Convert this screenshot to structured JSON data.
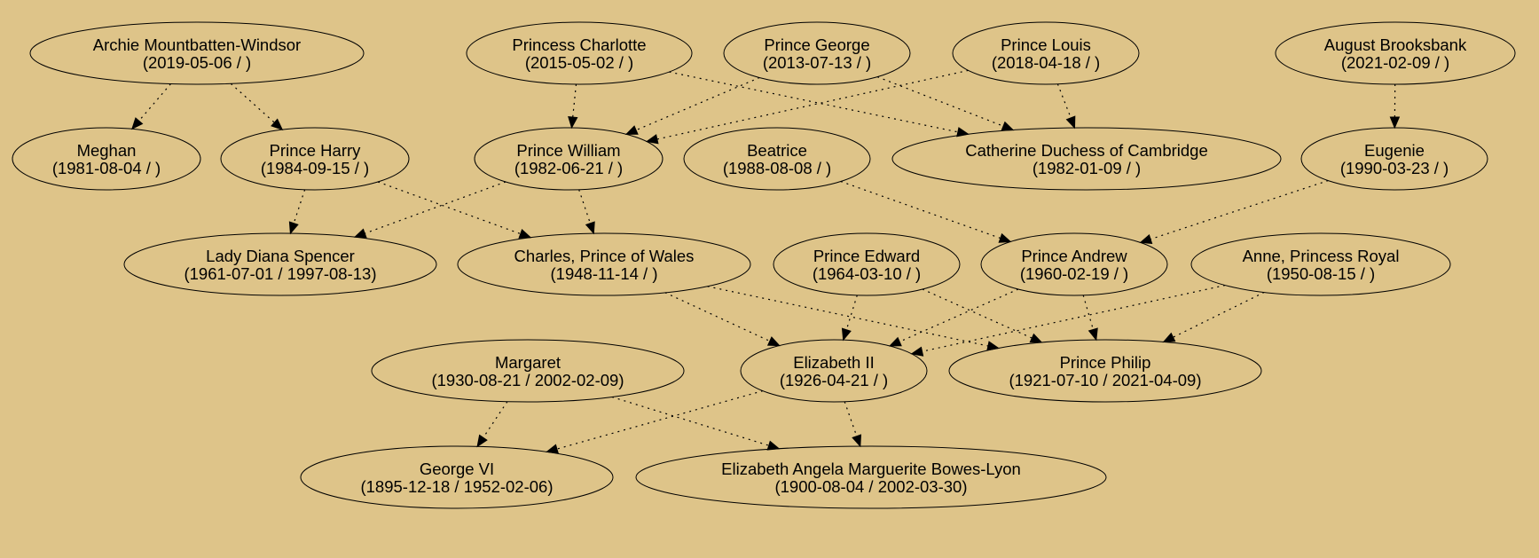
{
  "people": {
    "archie": {
      "name": "Archie Mountbatten-Windsor",
      "dates": "(2019-05-06 / )"
    },
    "charlotte": {
      "name": "Princess Charlotte",
      "dates": "(2015-05-02 / )"
    },
    "george": {
      "name": "Prince George",
      "dates": "(2013-07-13 / )"
    },
    "louis": {
      "name": "Prince Louis",
      "dates": "(2018-04-18 / )"
    },
    "august": {
      "name": "August Brooksbank",
      "dates": "(2021-02-09 / )"
    },
    "meghan": {
      "name": "Meghan",
      "dates": "(1981-08-04 / )"
    },
    "harry": {
      "name": "Prince Harry",
      "dates": "(1984-09-15 / )"
    },
    "william": {
      "name": "Prince William",
      "dates": "(1982-06-21 / )"
    },
    "beatrice": {
      "name": "Beatrice",
      "dates": "(1988-08-08 / )"
    },
    "catherine": {
      "name": "Catherine Duchess of Cambridge",
      "dates": "(1982-01-09 / )"
    },
    "eugenie": {
      "name": "Eugenie",
      "dates": "(1990-03-23 / )"
    },
    "diana": {
      "name": "Lady Diana Spencer",
      "dates": "(1961-07-01 / 1997-08-13)"
    },
    "charles": {
      "name": "Charles, Prince of Wales",
      "dates": "(1948-11-14 / )"
    },
    "edward": {
      "name": "Prince Edward",
      "dates": "(1964-03-10 / )"
    },
    "andrew": {
      "name": "Prince Andrew",
      "dates": "(1960-02-19 / )"
    },
    "anne": {
      "name": "Anne, Princess Royal",
      "dates": "(1950-08-15 / )"
    },
    "margaret": {
      "name": "Margaret",
      "dates": "(1930-08-21 / 2002-02-09)"
    },
    "elizabeth": {
      "name": "Elizabeth II",
      "dates": "(1926-04-21 / )"
    },
    "philip": {
      "name": "Prince Philip",
      "dates": "(1921-07-10 / 2021-04-09)"
    },
    "george6": {
      "name": "George VI",
      "dates": "(1895-12-18 / 1952-02-06)"
    },
    "queenmum": {
      "name": "Elizabeth Angela Marguerite Bowes-Lyon",
      "dates": "(1900-08-04 / 2002-03-30)"
    }
  },
  "relations": [
    {
      "child": "archie",
      "parent": "meghan"
    },
    {
      "child": "archie",
      "parent": "harry"
    },
    {
      "child": "charlotte",
      "parent": "william"
    },
    {
      "child": "charlotte",
      "parent": "catherine"
    },
    {
      "child": "george",
      "parent": "william"
    },
    {
      "child": "george",
      "parent": "catherine"
    },
    {
      "child": "louis",
      "parent": "william"
    },
    {
      "child": "louis",
      "parent": "catherine"
    },
    {
      "child": "august",
      "parent": "eugenie"
    },
    {
      "child": "harry",
      "parent": "diana"
    },
    {
      "child": "harry",
      "parent": "charles"
    },
    {
      "child": "william",
      "parent": "diana"
    },
    {
      "child": "william",
      "parent": "charles"
    },
    {
      "child": "beatrice",
      "parent": "andrew"
    },
    {
      "child": "eugenie",
      "parent": "andrew"
    },
    {
      "child": "charles",
      "parent": "elizabeth"
    },
    {
      "child": "charles",
      "parent": "philip"
    },
    {
      "child": "edward",
      "parent": "elizabeth"
    },
    {
      "child": "edward",
      "parent": "philip"
    },
    {
      "child": "andrew",
      "parent": "elizabeth"
    },
    {
      "child": "andrew",
      "parent": "philip"
    },
    {
      "child": "anne",
      "parent": "elizabeth"
    },
    {
      "child": "anne",
      "parent": "philip"
    },
    {
      "child": "margaret",
      "parent": "george6"
    },
    {
      "child": "margaret",
      "parent": "queenmum"
    },
    {
      "child": "elizabeth",
      "parent": "george6"
    },
    {
      "child": "elizabeth",
      "parent": "queenmum"
    }
  ]
}
